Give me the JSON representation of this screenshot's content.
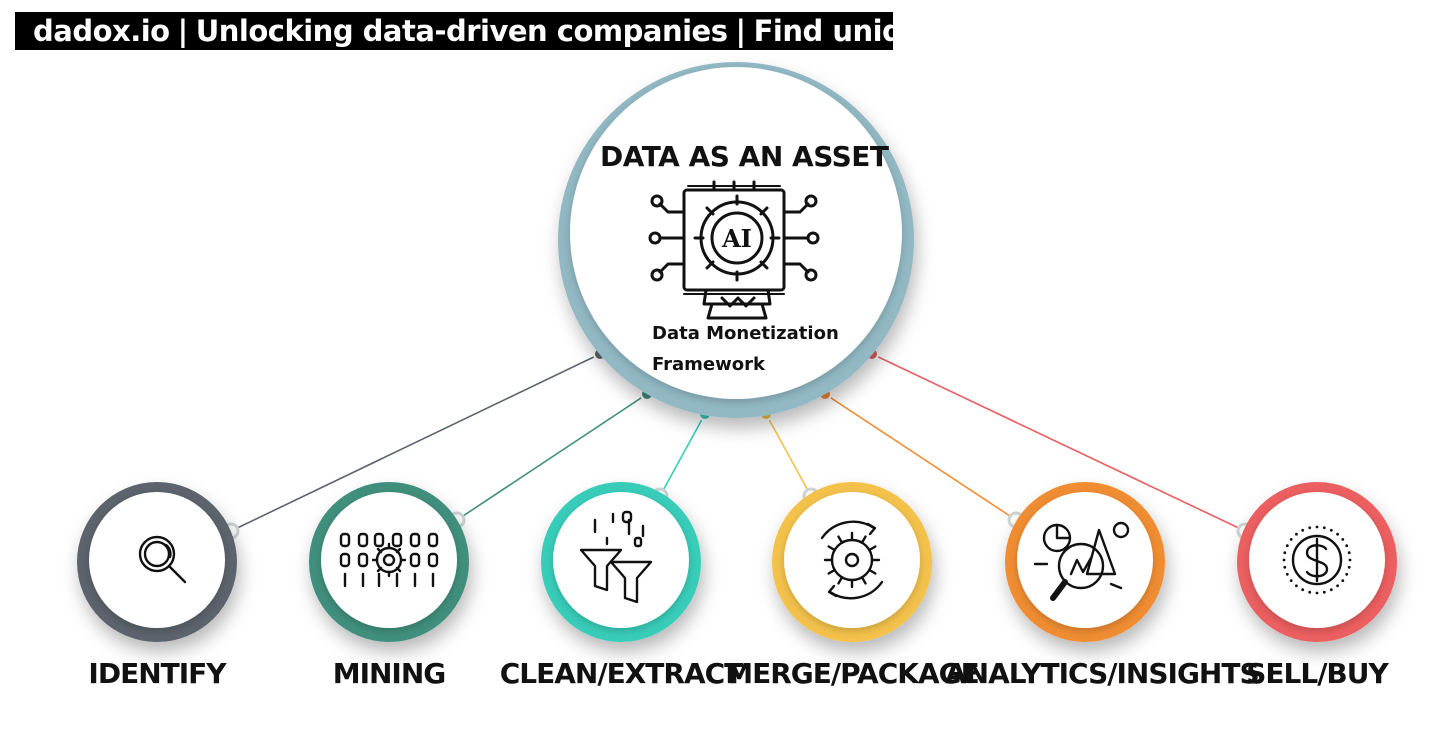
{
  "header": {
    "site": "dadox.io",
    "separator": "|",
    "tagline": "Unlocking data-driven companies",
    "cta": "Find unique datasets"
  },
  "center": {
    "title": "DATA AS AN ASSET",
    "chip_text": "AI",
    "subtitle_line1": "Data Monetization",
    "subtitle_line2": "Framework",
    "ring_color": "#91b8c3"
  },
  "steps": [
    {
      "label": "IDENTIFY",
      "icon": "magnifier-icon",
      "color": "#5b646c"
    },
    {
      "label": "MINING",
      "icon": "binary-gear-icon",
      "color": "#3f8f7c"
    },
    {
      "label": "CLEAN/EXTRACT",
      "icon": "funnel-filter-icon",
      "color": "#37cdb9"
    },
    {
      "label": "MERGE/PACKAGE",
      "icon": "gear-cycle-icon",
      "color": "#f4c24b"
    },
    {
      "label": "ANALYTICS/INSIGHTS",
      "icon": "analytics-magnifier-icon",
      "color": "#f08d33"
    },
    {
      "label": "SELL/BUY",
      "icon": "dollar-coin-icon",
      "color": "#ec5f61"
    }
  ]
}
